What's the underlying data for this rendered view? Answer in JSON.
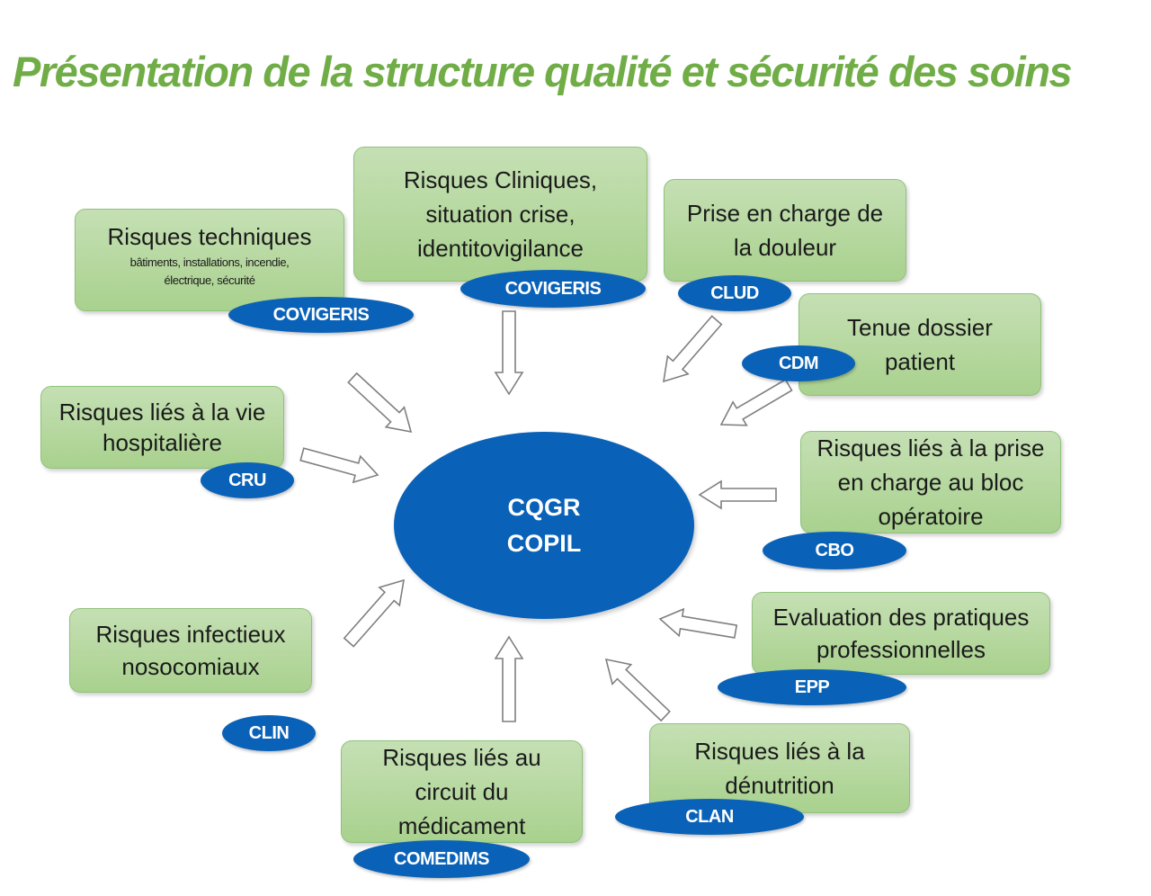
{
  "title": "Présentation de la structure qualité et sécurité des soins",
  "colors": {
    "title": "#70ad47",
    "box_fill_top": "#c5e0b4",
    "box_fill_bottom": "#a9d18e",
    "pill_fill": "#0a62b8",
    "center_fill": "#0a62b8",
    "arrow_stroke": "#7f7f7f"
  },
  "center": {
    "line1": "CQGR",
    "line2": "COPIL"
  },
  "boxes": {
    "risques_techniques": {
      "line1": "Risques techniques",
      "sub1": "bâtiments, installations, incendie,",
      "sub2": "électrique, sécurité",
      "badge": "COVIGERIS"
    },
    "risques_cliniques": {
      "line1": "Risques Cliniques,",
      "line2": "situation crise,",
      "line3": "identitovigilance",
      "badge": "COVIGERIS"
    },
    "douleur": {
      "line1": "Prise en charge de",
      "line2": "la douleur",
      "badge": "CLUD"
    },
    "dossier_patient": {
      "line1": "Tenue dossier",
      "line2": "patient",
      "badge": "CDM"
    },
    "vie_hospitaliere": {
      "line1": "Risques liés à la vie",
      "line2": "hospitalière",
      "badge": "CRU"
    },
    "bloc_operatoire": {
      "line1": "Risques liés à la prise",
      "line2": "en charge au bloc",
      "line3": "opératoire",
      "badge": "CBO"
    },
    "epp": {
      "line1": "Evaluation des pratiques",
      "line2": "professionnelles",
      "badge": "EPP"
    },
    "infectieux": {
      "line1": "Risques infectieux",
      "line2": "nosocomiaux",
      "badge": "CLIN"
    },
    "medicament": {
      "line1": "Risques liés au",
      "line2": "circuit du",
      "line3": "médicament",
      "badge": "COMEDIMS"
    },
    "denutrition": {
      "line1": "Risques liés à la",
      "line2": "dénutrition",
      "badge": "CLAN"
    }
  }
}
